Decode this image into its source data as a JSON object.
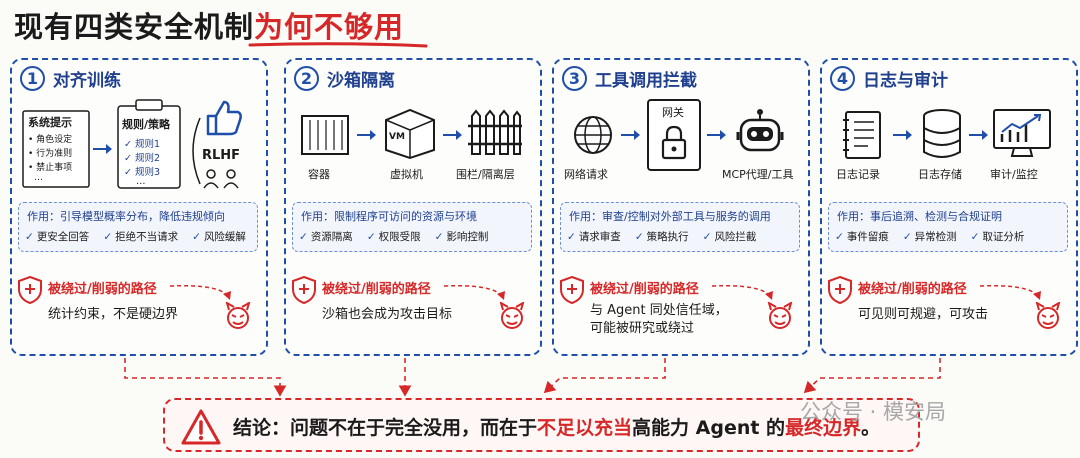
{
  "title": {
    "main": "现有四类安全机制",
    "highlight": "为何不够用"
  },
  "panels": [
    {
      "num": "1",
      "title": "对齐训练",
      "labels": {
        "sys_title": "系统提示",
        "sys_items": [
          "• 角色设定",
          "• 行为准则",
          "• 禁止事项",
          "…"
        ],
        "rules_title": "规则/策略",
        "rules_items": [
          "✓ 规则1",
          "✓ 规则2",
          "✓ 规则3",
          "…"
        ],
        "rlhf": "RLHF"
      },
      "effect": "作用：引导模型概率分布，降低违规倾向",
      "checks": [
        "更安全回答",
        "拒绝不当请求",
        "风险缓解"
      ],
      "bypass_title": "被绕过/削弱的路径",
      "bypass_text": [
        "统计约束，不是硬边界"
      ]
    },
    {
      "num": "2",
      "title": "沙箱隔离",
      "labels": {
        "a": "容器",
        "b": "虚拟机",
        "c": "围栏/隔离层",
        "vm": "VM"
      },
      "effect": "作用：限制程序可访问的资源与环境",
      "checks": [
        "资源隔离",
        "权限受限",
        "影响控制"
      ],
      "bypass_title": "被绕过/削弱的路径",
      "bypass_text": [
        "沙箱也会成为攻击目标"
      ]
    },
    {
      "num": "3",
      "title": "工具调用拦截",
      "labels": {
        "a": "网络请求",
        "gateway": "网关",
        "c": "MCP代理/工具"
      },
      "effect": "作用：审查/控制对外部工具与服务的调用",
      "checks": [
        "请求审查",
        "策略执行",
        "风险拦截"
      ],
      "bypass_title": "被绕过/削弱的路径",
      "bypass_text": [
        "与 Agent 同处信任域，",
        "可能被研究或绕过"
      ]
    },
    {
      "num": "4",
      "title": "日志与审计",
      "labels": {
        "a": "日志记录",
        "b": "日志存储",
        "c": "审计/监控"
      },
      "effect": "作用：事后追溯、检测与合规证明",
      "checks": [
        "事件留痕",
        "异常检测",
        "取证分析"
      ],
      "bypass_title": "被绕过/削弱的路径",
      "bypass_text": [
        "可见则可规避，可攻击"
      ]
    }
  ],
  "conclusion": {
    "part1": "结论：问题不在于完全没用，而在于",
    "part2": "不足以充当",
    "part3": "高能力 Agent 的",
    "part4": "最终边界",
    "part5": "。"
  },
  "watermark": "公众号 · 模安局",
  "colors": {
    "blue": "#1f4fa8",
    "red": "#d62828",
    "dark": "#1b1b1b"
  },
  "icons": [
    "clipboard-icon",
    "thumbs-up-icon",
    "people-icon",
    "container-icon",
    "vm-icon",
    "fence-icon",
    "globe-icon",
    "lock-icon",
    "robot-icon",
    "log-icon",
    "database-icon",
    "monitor-icon",
    "shield-icon",
    "devil-icon",
    "warning-icon"
  ]
}
